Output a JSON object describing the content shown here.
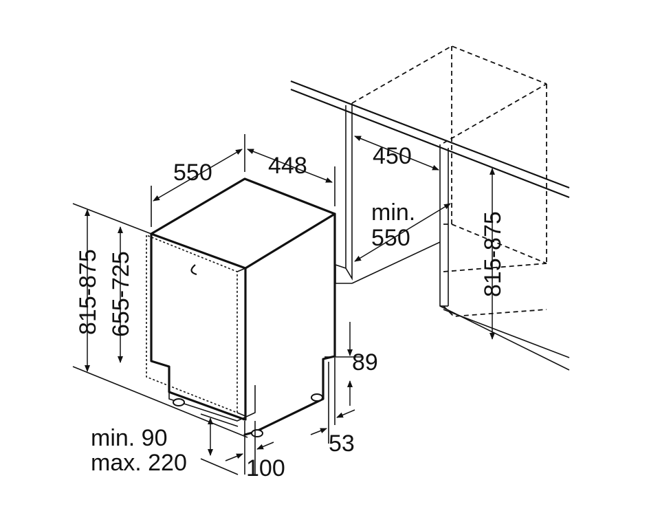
{
  "labels": {
    "dim_550": "550",
    "dim_448": "448",
    "dim_450": "450",
    "min_label": "min.",
    "dim_min_550": "550",
    "dim_815_875_left": "815-875",
    "dim_655_725": "655-725",
    "dim_815_875_right": "815-875",
    "dim_89": "89",
    "dim_53": "53",
    "min_90": "min. 90",
    "max_220": "max. 220",
    "dim_100": "100"
  }
}
